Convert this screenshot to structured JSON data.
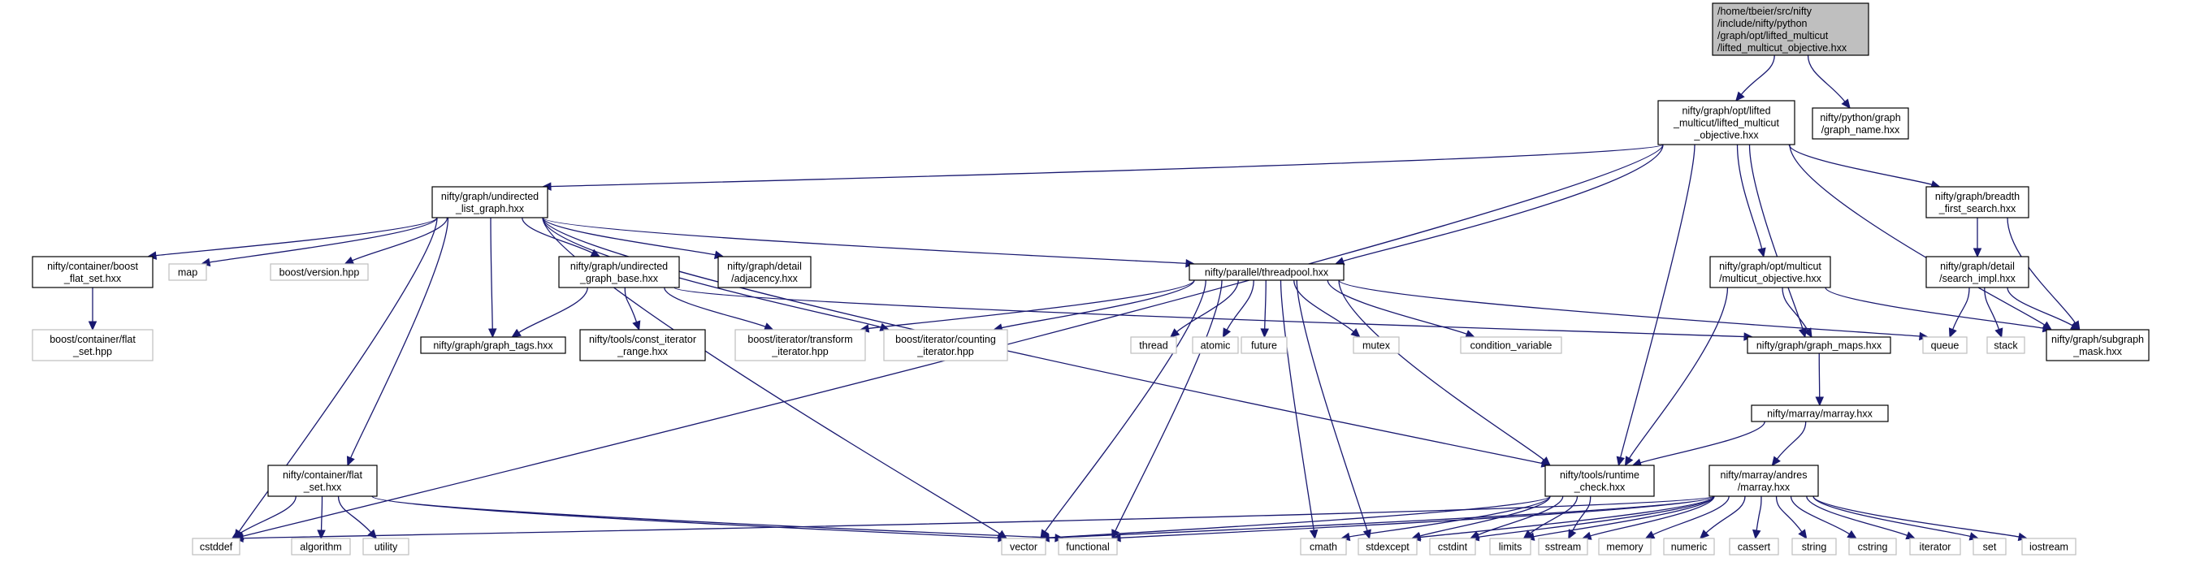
{
  "colors": {
    "edge": "#191970",
    "root_fill": "#bfbfbf",
    "local_stroke": "#000000",
    "system_stroke": "#bfbfbf",
    "system_text": "#000000"
  },
  "nodes": [
    {
      "id": "root",
      "lines": [
        "/home/tbeier/src/nifty",
        "/include/nifty/python",
        "/graph/opt/lifted_multicut",
        "/lifted_multicut_objective.hxx"
      ],
      "kind": "root"
    },
    {
      "id": "lmo",
      "lines": [
        "nifty/graph/opt/lifted",
        "_multicut/lifted_multicut",
        "_objective.hxx"
      ],
      "kind": "local"
    },
    {
      "id": "gname",
      "lines": [
        "nifty/python/graph",
        "/graph_name.hxx"
      ],
      "kind": "local"
    },
    {
      "id": "ulg",
      "lines": [
        "nifty/graph/undirected",
        "_list_graph.hxx"
      ],
      "kind": "local"
    },
    {
      "id": "bfs",
      "lines": [
        "nifty/graph/breadth",
        "_first_search.hxx"
      ],
      "kind": "local"
    },
    {
      "id": "cbfs",
      "lines": [
        "nifty/container/boost",
        "_flat_set.hxx"
      ],
      "kind": "local"
    },
    {
      "id": "map",
      "lines": [
        "map"
      ],
      "kind": "system"
    },
    {
      "id": "bver",
      "lines": [
        "boost/version.hpp"
      ],
      "kind": "system"
    },
    {
      "id": "ugb",
      "lines": [
        "nifty/graph/undirected",
        "_graph_base.hxx"
      ],
      "kind": "local"
    },
    {
      "id": "adj",
      "lines": [
        "nifty/graph/detail",
        "/adjacency.hxx"
      ],
      "kind": "local"
    },
    {
      "id": "tp",
      "lines": [
        "nifty/parallel/threadpool.hxx"
      ],
      "kind": "local"
    },
    {
      "id": "mo",
      "lines": [
        "nifty/graph/opt/multicut",
        "/multicut_objective.hxx"
      ],
      "kind": "local"
    },
    {
      "id": "si",
      "lines": [
        "nifty/graph/detail",
        "/search_impl.hxx"
      ],
      "kind": "local"
    },
    {
      "id": "bcfs",
      "lines": [
        "boost/container/flat",
        "_set.hpp"
      ],
      "kind": "system"
    },
    {
      "id": "gtags",
      "lines": [
        "nifty/graph/graph_tags.hxx"
      ],
      "kind": "local"
    },
    {
      "id": "cir",
      "lines": [
        "nifty/tools/const_iterator",
        "_range.hxx"
      ],
      "kind": "local"
    },
    {
      "id": "bti",
      "lines": [
        "boost/iterator/transform",
        "_iterator.hpp"
      ],
      "kind": "system"
    },
    {
      "id": "bci",
      "lines": [
        "boost/iterator/counting",
        "_iterator.hpp"
      ],
      "kind": "system"
    },
    {
      "id": "thread",
      "lines": [
        "thread"
      ],
      "kind": "system"
    },
    {
      "id": "atomic",
      "lines": [
        "atomic"
      ],
      "kind": "system"
    },
    {
      "id": "future",
      "lines": [
        "future"
      ],
      "kind": "system"
    },
    {
      "id": "mutex",
      "lines": [
        "mutex"
      ],
      "kind": "system"
    },
    {
      "id": "cv",
      "lines": [
        "condition_variable"
      ],
      "kind": "system"
    },
    {
      "id": "gmaps",
      "lines": [
        "nifty/graph/graph_maps.hxx"
      ],
      "kind": "local"
    },
    {
      "id": "queue",
      "lines": [
        "queue"
      ],
      "kind": "system"
    },
    {
      "id": "stack",
      "lines": [
        "stack"
      ],
      "kind": "system"
    },
    {
      "id": "smask",
      "lines": [
        "nifty/graph/subgraph",
        "_mask.hxx"
      ],
      "kind": "local"
    },
    {
      "id": "marray",
      "lines": [
        "nifty/marray/marray.hxx"
      ],
      "kind": "local"
    },
    {
      "id": "cfs",
      "lines": [
        "nifty/container/flat",
        "_set.hxx"
      ],
      "kind": "local"
    },
    {
      "id": "rc",
      "lines": [
        "nifty/tools/runtime",
        "_check.hxx"
      ],
      "kind": "local"
    },
    {
      "id": "am",
      "lines": [
        "nifty/marray/andres",
        "/marray.hxx"
      ],
      "kind": "local"
    },
    {
      "id": "cstddef",
      "lines": [
        "cstddef"
      ],
      "kind": "system"
    },
    {
      "id": "algorithm",
      "lines": [
        "algorithm"
      ],
      "kind": "system"
    },
    {
      "id": "utility",
      "lines": [
        "utility"
      ],
      "kind": "system"
    },
    {
      "id": "vector",
      "lines": [
        "vector"
      ],
      "kind": "system"
    },
    {
      "id": "functional",
      "lines": [
        "functional"
      ],
      "kind": "system"
    },
    {
      "id": "cmath",
      "lines": [
        "cmath"
      ],
      "kind": "system"
    },
    {
      "id": "stdexcept",
      "lines": [
        "stdexcept"
      ],
      "kind": "system"
    },
    {
      "id": "cstdint",
      "lines": [
        "cstdint"
      ],
      "kind": "system"
    },
    {
      "id": "limits",
      "lines": [
        "limits"
      ],
      "kind": "system"
    },
    {
      "id": "sstream",
      "lines": [
        "sstream"
      ],
      "kind": "system"
    },
    {
      "id": "memory",
      "lines": [
        "memory"
      ],
      "kind": "system"
    },
    {
      "id": "numeric",
      "lines": [
        "numeric"
      ],
      "kind": "system"
    },
    {
      "id": "cassert",
      "lines": [
        "cassert"
      ],
      "kind": "system"
    },
    {
      "id": "string",
      "lines": [
        "string"
      ],
      "kind": "system"
    },
    {
      "id": "cstring",
      "lines": [
        "cstring"
      ],
      "kind": "system"
    },
    {
      "id": "iterator",
      "lines": [
        "iterator"
      ],
      "kind": "system"
    },
    {
      "id": "set",
      "lines": [
        "set"
      ],
      "kind": "system"
    },
    {
      "id": "iostream",
      "lines": [
        "iostream"
      ],
      "kind": "system"
    }
  ],
  "edges": [
    [
      "root",
      "lmo"
    ],
    [
      "root",
      "gname"
    ],
    [
      "lmo",
      "ulg"
    ],
    [
      "lmo",
      "cstddef"
    ],
    [
      "lmo",
      "tp"
    ],
    [
      "lmo",
      "rc"
    ],
    [
      "lmo",
      "mo"
    ],
    [
      "lmo",
      "gmaps"
    ],
    [
      "lmo",
      "bfs"
    ],
    [
      "lmo",
      "smask"
    ],
    [
      "ulg",
      "cbfs"
    ],
    [
      "ulg",
      "map"
    ],
    [
      "ulg",
      "bver"
    ],
    [
      "ulg",
      "ugb"
    ],
    [
      "ulg",
      "adj"
    ],
    [
      "ulg",
      "tp"
    ],
    [
      "ulg",
      "rc"
    ],
    [
      "ulg",
      "bci"
    ],
    [
      "ulg",
      "gtags"
    ],
    [
      "ulg",
      "cstddef"
    ],
    [
      "ulg",
      "vector"
    ],
    [
      "ulg",
      "cfs"
    ],
    [
      "cbfs",
      "bcfs"
    ],
    [
      "ugb",
      "gtags"
    ],
    [
      "ugb",
      "cir"
    ],
    [
      "ugb",
      "bti"
    ],
    [
      "ugb",
      "gmaps"
    ],
    [
      "tp",
      "bti"
    ],
    [
      "tp",
      "bci"
    ],
    [
      "tp",
      "thread"
    ],
    [
      "tp",
      "atomic"
    ],
    [
      "tp",
      "future"
    ],
    [
      "tp",
      "mutex"
    ],
    [
      "tp",
      "cv"
    ],
    [
      "tp",
      "queue"
    ],
    [
      "tp",
      "vector"
    ],
    [
      "tp",
      "functional"
    ],
    [
      "tp",
      "cmath"
    ],
    [
      "tp",
      "stdexcept"
    ],
    [
      "tp",
      "rc"
    ],
    [
      "mo",
      "gmaps"
    ],
    [
      "mo",
      "smask"
    ],
    [
      "mo",
      "rc"
    ],
    [
      "bfs",
      "si"
    ],
    [
      "bfs",
      "smask"
    ],
    [
      "si",
      "queue"
    ],
    [
      "si",
      "stack"
    ],
    [
      "si",
      "smask"
    ],
    [
      "gmaps",
      "marray"
    ],
    [
      "marray",
      "am"
    ],
    [
      "marray",
      "rc"
    ],
    [
      "cfs",
      "cstddef"
    ],
    [
      "cfs",
      "algorithm"
    ],
    [
      "cfs",
      "utility"
    ],
    [
      "cfs",
      "vector"
    ],
    [
      "cfs",
      "functional"
    ],
    [
      "rc",
      "vector"
    ],
    [
      "rc",
      "cmath"
    ],
    [
      "rc",
      "stdexcept"
    ],
    [
      "rc",
      "cstdint"
    ],
    [
      "rc",
      "limits"
    ],
    [
      "rc",
      "sstream"
    ],
    [
      "am",
      "cstddef"
    ],
    [
      "am",
      "vector"
    ],
    [
      "am",
      "functional"
    ],
    [
      "am",
      "stdexcept"
    ],
    [
      "am",
      "cstdint"
    ],
    [
      "am",
      "limits"
    ],
    [
      "am",
      "sstream"
    ],
    [
      "am",
      "memory"
    ],
    [
      "am",
      "numeric"
    ],
    [
      "am",
      "cassert"
    ],
    [
      "am",
      "string"
    ],
    [
      "am",
      "cstring"
    ],
    [
      "am",
      "iterator"
    ],
    [
      "am",
      "set"
    ],
    [
      "am",
      "iostream"
    ]
  ]
}
